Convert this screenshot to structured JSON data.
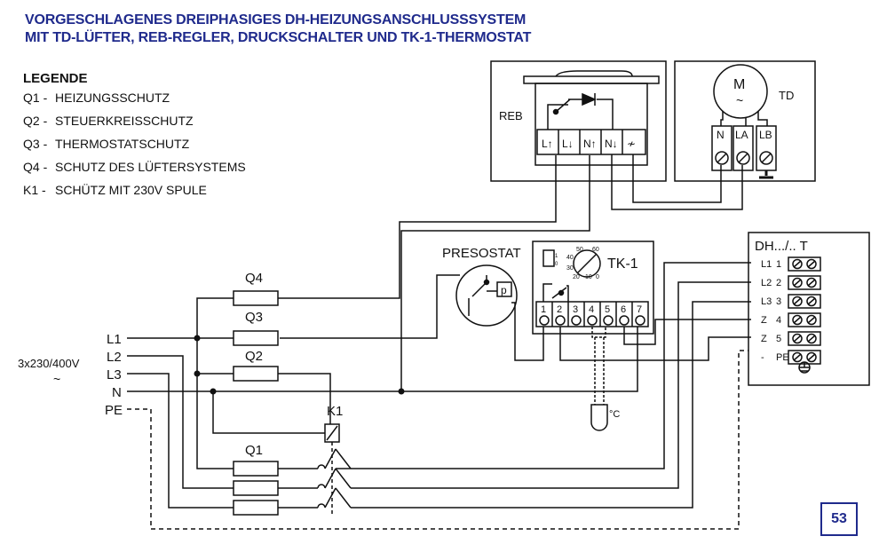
{
  "title": {
    "line1": "VORGESCHLAGENES DREIPHASIGES DH-HEIZUNGSANSCHLUSSSYSTEM",
    "line2": "MIT TD-LÜFTER, REB-REGLER, DRUCKSCHALTER UND TK-1-THERMOSTAT"
  },
  "legend": {
    "heading": "LEGENDE",
    "items": [
      {
        "code": "Q1 -",
        "text": "HEIZUNGSSCHUTZ"
      },
      {
        "code": "Q2 -",
        "text": "STEUERKREISSCHUTZ"
      },
      {
        "code": "Q3 -",
        "text": "THERMOSTATSCHUTZ"
      },
      {
        "code": "Q4 -",
        "text": "SCHUTZ DES LÜFTERSYSTEMS"
      },
      {
        "code": "K1 -",
        "text": "SCHÜTZ MIT 230V SPULE"
      }
    ]
  },
  "supply": {
    "voltage": "3x230/400V",
    "ac": "~",
    "lines": [
      "L1",
      "L2",
      "L3",
      "N",
      "PE"
    ]
  },
  "fuses": {
    "q4": "Q4",
    "q3": "Q3",
    "q2": "Q2",
    "q1": "Q1"
  },
  "contactor": "K1",
  "reb": {
    "label": "REB",
    "terminals": [
      "L↑",
      "L↓",
      "N↑",
      "N↓",
      "≁"
    ]
  },
  "td": {
    "label": "TD",
    "motor": "M",
    "motor_ac": "~",
    "terminals": [
      "N",
      "LA",
      "LB"
    ]
  },
  "presostat": {
    "label": "PRESOSTAT",
    "p": "p"
  },
  "tk1": {
    "label": "TK-1",
    "terminals": [
      "1",
      "2",
      "3",
      "4",
      "5",
      "6",
      "7"
    ],
    "dial": [
      "50",
      "60",
      "40",
      "30",
      "20",
      "10",
      "0"
    ],
    "switch": [
      "1",
      "0"
    ],
    "sensor": "°C"
  },
  "dh": {
    "label": "DH.../..  T",
    "rows": [
      {
        "name": "L1",
        "num": "1"
      },
      {
        "name": "L2",
        "num": "2"
      },
      {
        "name": "L3",
        "num": "3"
      },
      {
        "name": "Z",
        "num": "4"
      },
      {
        "name": "Z",
        "num": "5"
      },
      {
        "name": "-",
        "num": "PE"
      }
    ]
  },
  "page_number": "53"
}
